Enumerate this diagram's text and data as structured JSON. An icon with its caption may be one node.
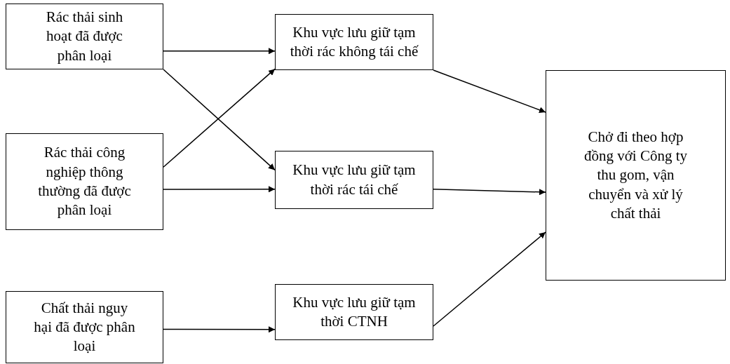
{
  "diagram": {
    "nodes": [
      {
        "text": [
          "Rác thải sinh hoạt đã được phân loại"
        ]
      },
      {
        "text": [
          "Rác thải công nghiệp thông thường đã được phân loại"
        ]
      },
      {
        "text": [
          "Chất thải nguy hại đã được phân loại"
        ]
      },
      {
        "text": [
          "Khu vực lưu giữ tạm thời rác không tái chế"
        ]
      },
      {
        "text": [
          "Khu vực lưu giữ tạm thời rác tái chế"
        ]
      },
      {
        "text": [
          "Khu vực lưu giữ tạm thời CTNH"
        ]
      },
      {
        "text": [
          "Chở đi theo hợp đồng với Công ty thu gom, vận chuyển và xử lý chất thải"
        ]
      }
    ],
    "edges": [
      {
        "from": 0,
        "to": 3,
        "arrow": "to"
      },
      {
        "from": 0,
        "to": 4,
        "arrow": "to"
      },
      {
        "from": 1,
        "to": 3,
        "arrow": "to"
      },
      {
        "from": 1,
        "to": 4,
        "arrow": "to"
      },
      {
        "from": 2,
        "to": 5,
        "arrow": "to"
      },
      {
        "from": 3,
        "to": 6,
        "arrow": "to"
      },
      {
        "from": 4,
        "to": 6,
        "arrow": "to"
      },
      {
        "from": 5,
        "to": 6,
        "arrow": "to"
      }
    ]
  }
}
